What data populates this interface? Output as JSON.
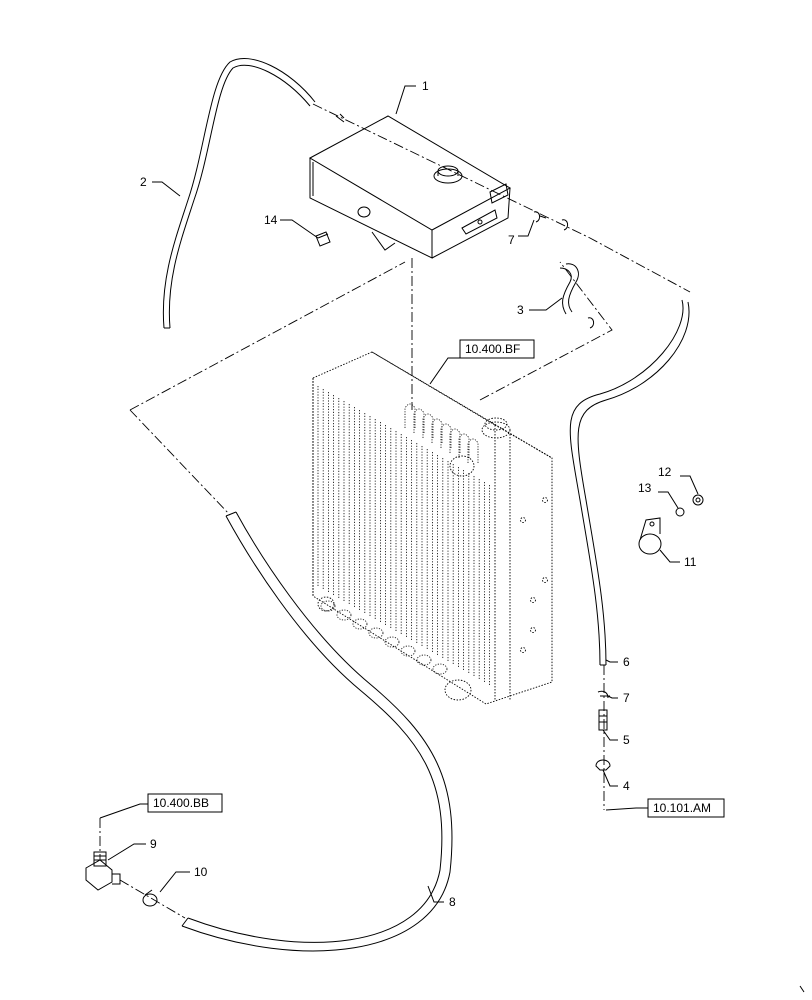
{
  "diagram": {
    "callouts": {
      "c1": "1",
      "c2": "2",
      "c3": "3",
      "c4": "4",
      "c5": "5",
      "c6": "6",
      "c7a": "7",
      "c7b": "7",
      "c8": "8",
      "c9": "9",
      "c10": "10",
      "c11": "11",
      "c12": "12",
      "c13": "13",
      "c14": "14"
    },
    "references": {
      "bf": "10.400.BF",
      "bb": "10.400.BB",
      "am": "10.101.AM"
    }
  }
}
